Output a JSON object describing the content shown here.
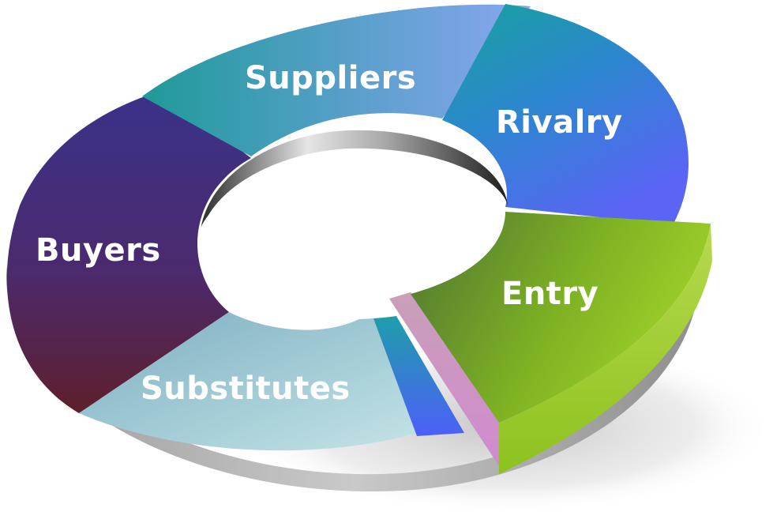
{
  "diagram": {
    "segments": [
      {
        "id": "suppliers",
        "label": "Suppliers",
        "color": "#3aa8b8"
      },
      {
        "id": "rivalry",
        "label": "Rivalry",
        "color": "#3b8ee0"
      },
      {
        "id": "entry",
        "label": "Entry",
        "color": "#7fb323"
      },
      {
        "id": "substitutes",
        "label": "Substitutes",
        "color": "#a9d3da"
      },
      {
        "id": "buyers",
        "label": "Buyers",
        "color": "#4b2a6e"
      }
    ]
  }
}
